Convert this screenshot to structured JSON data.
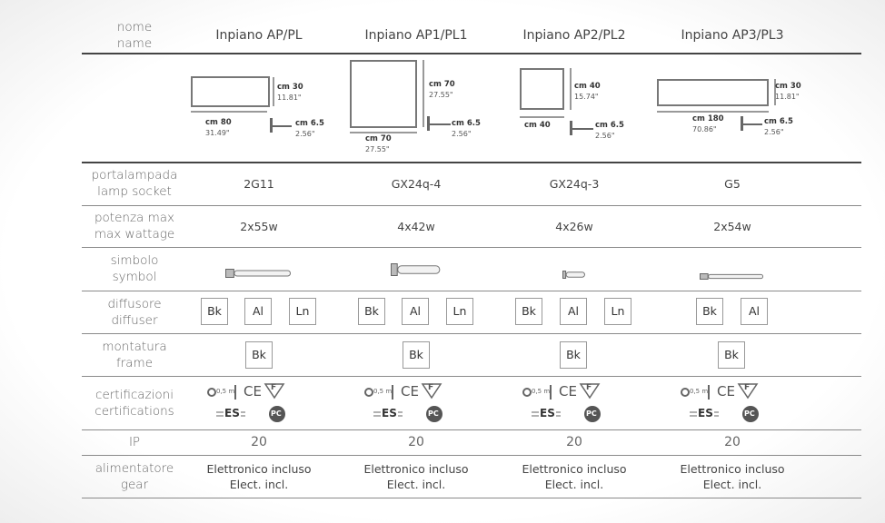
{
  "row_labels": {
    "name": [
      "nome",
      "name"
    ],
    "socket": [
      "portalampada",
      "lamp socket"
    ],
    "wattage": [
      "potenza max",
      "max wattage"
    ],
    "symbol": [
      "simbolo",
      "symbol"
    ],
    "diffuser": [
      "diffusore",
      "diffuser"
    ],
    "frame": [
      "montatura",
      "frame"
    ],
    "certifications": [
      "certificazioni",
      "certifications"
    ],
    "ip": [
      "IP"
    ],
    "gear": [
      "alimentatore",
      "gear"
    ]
  },
  "products": [
    {
      "name": "Inpiano AP/PL",
      "height": "cm 30",
      "height_in": "11.81\"",
      "width": "cm 80",
      "width_in": "31.49\"",
      "depth": "cm 6.5",
      "depth_in": "2.56\"",
      "socket": "2G11",
      "wattage": "2x55w",
      "diffusers": [
        "Bk",
        "Al",
        "Ln"
      ],
      "frame": "Bk",
      "ip": "20",
      "gear": [
        "Elettronico incluso",
        "Elect. incl."
      ]
    },
    {
      "name": "Inpiano AP1/PL1",
      "height": "cm 70",
      "height_in": "27.55\"",
      "width": "cm 70",
      "width_in": "27.55\"",
      "depth": "cm 6.5",
      "depth_in": "2.56\"",
      "socket": "GX24q-4",
      "wattage": "4x42w",
      "diffusers": [
        "Bk",
        "Al",
        "Ln"
      ],
      "frame": "Bk",
      "ip": "20",
      "gear": [
        "Elettronico incluso",
        "Elect. incl."
      ]
    },
    {
      "name": "Inpiano AP2/PL2",
      "height": "cm 40",
      "height_in": "15.74\"",
      "width": "cm 40",
      "width_in": "",
      "depth": "cm 6.5",
      "depth_in": "2.56\"",
      "socket": "GX24q-3",
      "wattage": "4x26w",
      "diffusers": [
        "Bk",
        "Al",
        "Ln"
      ],
      "frame": "Bk",
      "ip": "20",
      "gear": [
        "Elettronico incluso",
        "Elect. incl."
      ]
    },
    {
      "name": "Inpiano AP3/PL3",
      "height": "cm 30",
      "height_in": "11.81\"",
      "width": "cm 180",
      "width_in": "70.86\"",
      "depth": "cm 6.5",
      "depth_in": "2.56\"",
      "socket": "G5",
      "wattage": "2x54w",
      "diffusers": [
        "Bk",
        "Al"
      ],
      "frame": "Bk",
      "ip": "20",
      "gear": [
        "Elettronico incluso",
        "Elect. incl."
      ]
    }
  ],
  "cert_marks": {
    "distance": "0,5 m",
    "ce": "CE",
    "f": "F",
    "es": "ES",
    "pct": "PC"
  },
  "colors": {
    "line": "#8a8a8a",
    "header_line": "#444444",
    "text": "#444444",
    "label": "#666666"
  }
}
